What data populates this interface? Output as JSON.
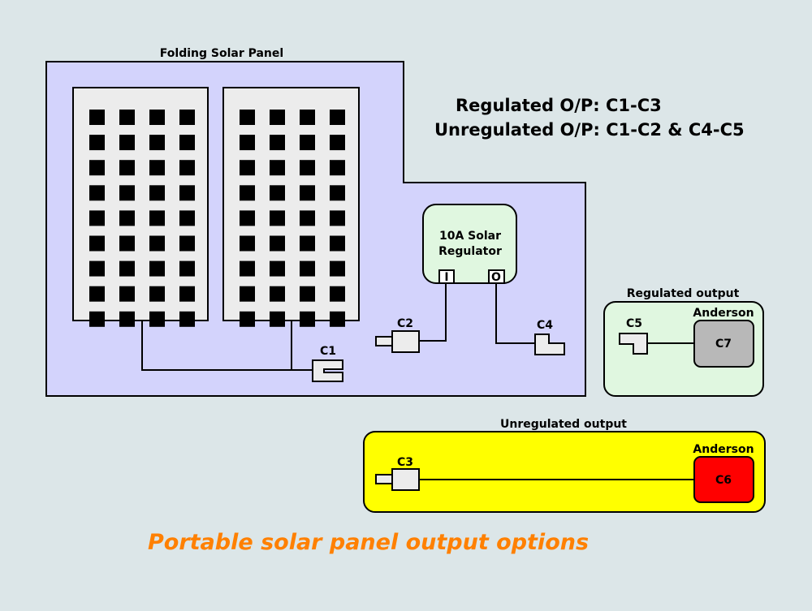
{
  "solar_panel": {
    "label": "Folding Solar Panel",
    "fill": "#d3d3fc",
    "cell_rows": 9,
    "cell_cols": 4
  },
  "regulator": {
    "line1": "10A Solar",
    "line2": "Regulator",
    "input_label": "I",
    "output_label": "O",
    "fill": "#e0f7e0"
  },
  "info": {
    "regulated": "Regulated O/P:  C1-C3",
    "unregulated": "Unregulated O/P:  C1-C2 & C4-C5"
  },
  "connectors": {
    "c1": "C1",
    "c2": "C2",
    "c3": "C3",
    "c4": "C4",
    "c5": "C5"
  },
  "regulated_output": {
    "label": "Regulated output",
    "anderson_label": "Anderson",
    "anderson_id": "C7",
    "fill": "#e0f7e0",
    "anderson_color": "#b8b8b8"
  },
  "unregulated_output": {
    "label": "Unregulated output",
    "anderson_label": "Anderson",
    "anderson_id": "C6",
    "fill": "#ffff00",
    "anderson_color": "#ff0000"
  },
  "caption": "Portable solar panel output options"
}
